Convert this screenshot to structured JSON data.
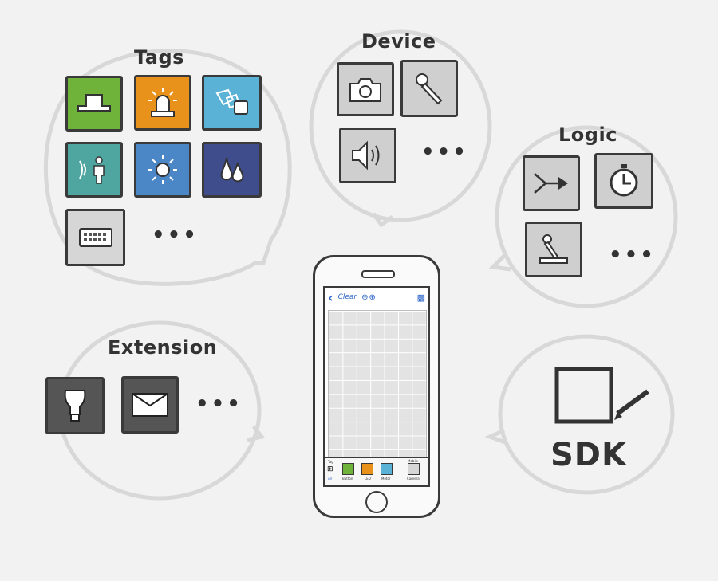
{
  "groups": {
    "tags": {
      "title": "Tags",
      "more": "•••"
    },
    "device": {
      "title": "Device",
      "more": "•••"
    },
    "logic": {
      "title": "Logic",
      "more": "•••"
    },
    "extension": {
      "title": "Extension",
      "more": "•••"
    },
    "sdk": {
      "title": "SDK"
    }
  },
  "tag_tiles": [
    {
      "icon": "hat-icon",
      "color": "#6fb33a"
    },
    {
      "icon": "alarm-light-icon",
      "color": "#e8921c"
    },
    {
      "icon": "shapes-icon",
      "color": "#5ab3d6"
    },
    {
      "icon": "person-proximity-icon",
      "color": "#4fa6a0"
    },
    {
      "icon": "sun-icon",
      "color": "#4b86c6"
    },
    {
      "icon": "drops-icon",
      "color": "#3f4d8c"
    },
    {
      "icon": "keyboard-icon",
      "color": "#d6d6d6"
    }
  ],
  "device_tiles": [
    {
      "icon": "camera-icon",
      "color": "#cfcfcf"
    },
    {
      "icon": "microphone-icon",
      "color": "#cfcfcf"
    },
    {
      "icon": "speaker-icon",
      "color": "#cfcfcf"
    }
  ],
  "logic_tiles": [
    {
      "icon": "merge-arrow-icon",
      "color": "#cfcfcf"
    },
    {
      "icon": "timer-icon",
      "color": "#cfcfcf"
    },
    {
      "icon": "joystick-icon",
      "color": "#cfcfcf"
    }
  ],
  "extension_tiles": [
    {
      "icon": "light-bulb-icon",
      "color": "#555555"
    },
    {
      "icon": "envelope-icon",
      "color": "#555555"
    }
  ],
  "phone": {
    "toolbar_clear": "Clear",
    "tray_labels": [
      "Tag",
      "All",
      "Button",
      "LED",
      "Motor",
      "Mobile",
      "Camera"
    ]
  }
}
